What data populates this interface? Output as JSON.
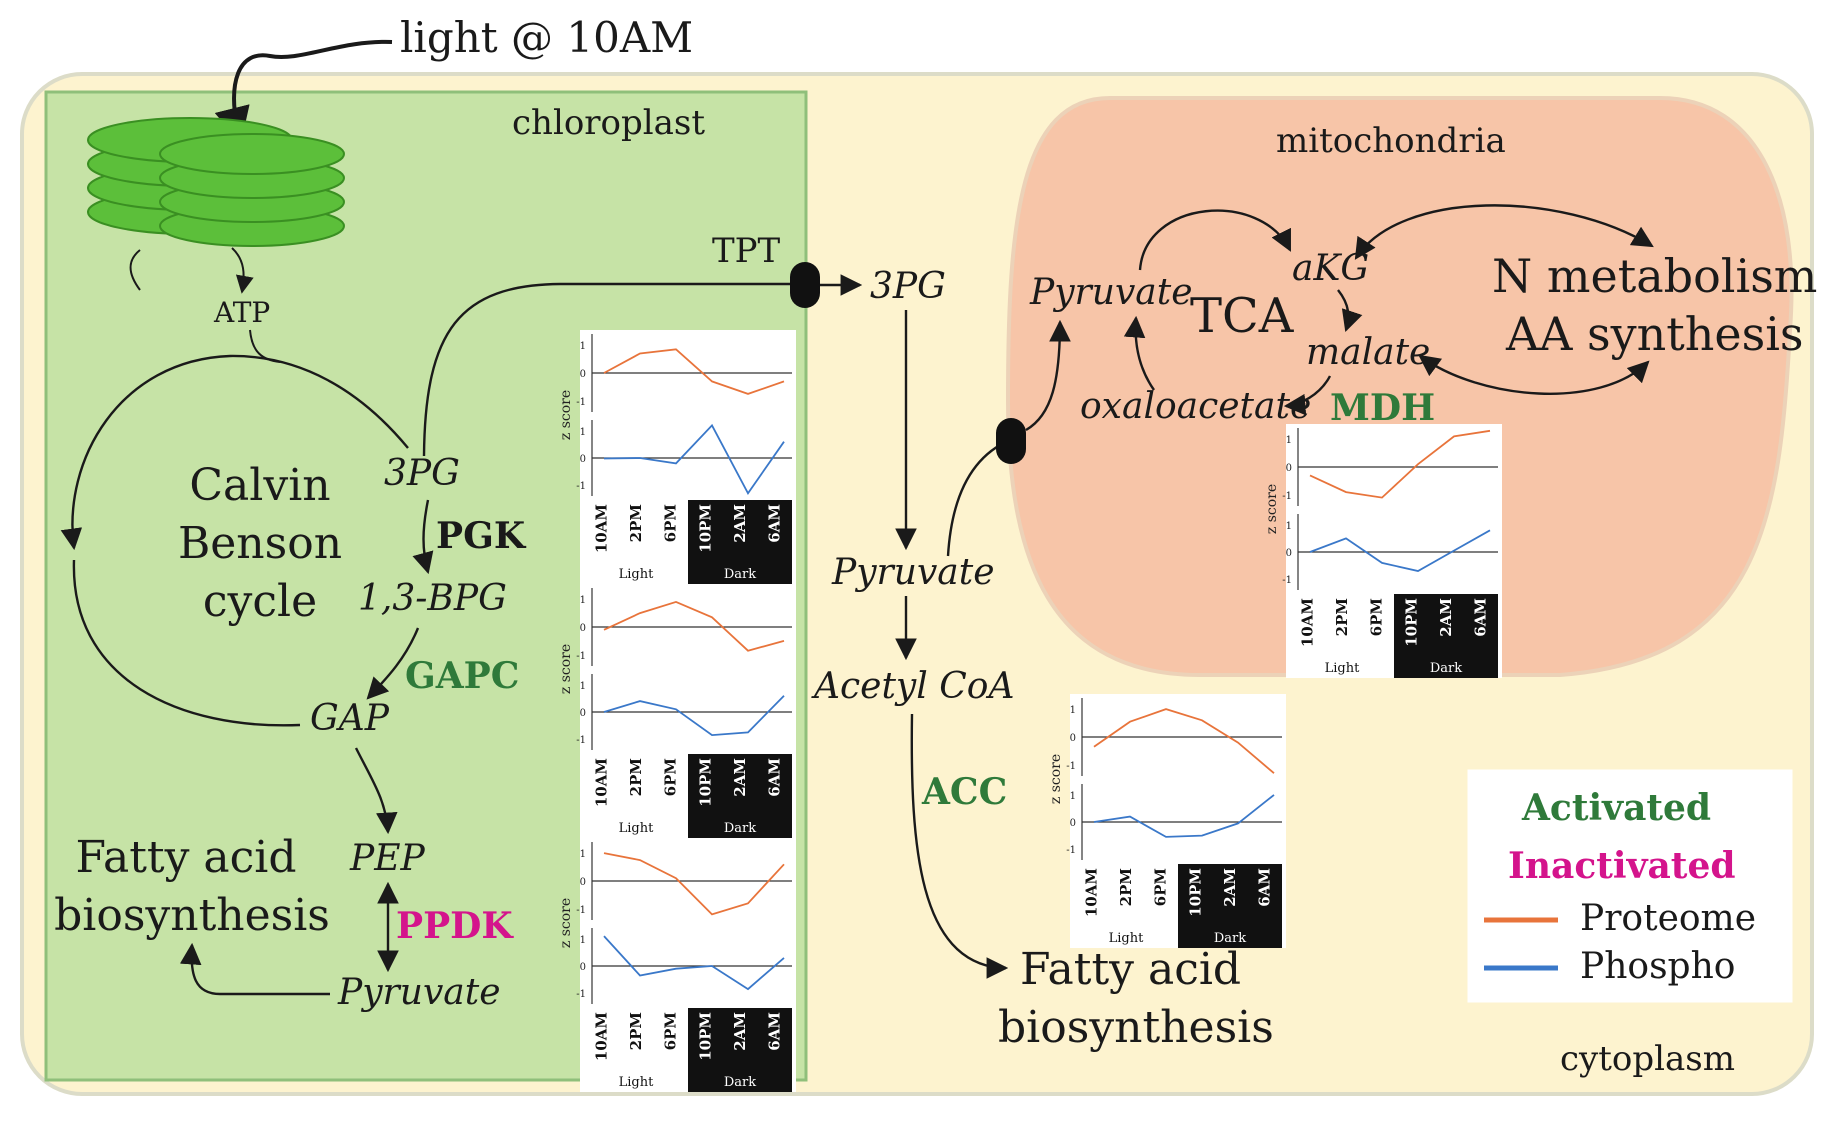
{
  "title": "light @ 10AM",
  "compartments": {
    "chloroplast": "chloroplast",
    "mitochondria": "mitochondria",
    "cytoplasm": "cytoplasm"
  },
  "metabolites": {
    "atp": "ATP",
    "calvin": [
      "Calvin",
      "Benson",
      "cycle"
    ],
    "pg3_chloro": "3PG",
    "bpg": "1,3-BPG",
    "gap": "GAP",
    "pep": "PEP",
    "pyruvate_chloro": "Pyruvate",
    "fatty_acid_chloro": [
      "Fatty acid",
      "biosynthesis"
    ],
    "tpt": "TPT",
    "pg3_cyto": "3PG",
    "pyruvate_cyto": "Pyruvate",
    "acetyl_coa": "Acetyl CoA",
    "fatty_acid_cyto": [
      "Fatty acid",
      "biosynthesis"
    ],
    "pyruvate_mito": "Pyruvate",
    "tca": "TCA",
    "akg": "aKG",
    "malate": "malate",
    "oxaloacetate": "oxaloacetate",
    "n_metabolism": [
      "N metabolism",
      "AA synthesis"
    ]
  },
  "enzymes": {
    "pgk": {
      "label": "PGK",
      "color": "#1a1a1a"
    },
    "gapc": {
      "label": "GAPC",
      "color": "#2f7a3a"
    },
    "ppdk": {
      "label": "PPDK",
      "color": "#d4148c"
    },
    "acc": {
      "label": "ACC",
      "color": "#2f7a3a"
    },
    "mdh": {
      "label": "MDH",
      "color": "#2f7a3a"
    }
  },
  "legend": {
    "activated": {
      "label": "Activated",
      "color": "#2f7a3a"
    },
    "inactivated": {
      "label": "Inactivated",
      "color": "#d4148c"
    },
    "proteome": {
      "label": "Proteome",
      "color": "#e8743b"
    },
    "phospho": {
      "label": "Phospho",
      "color": "#3a78c9"
    }
  },
  "colors": {
    "cytoplasm_fill": "#fdf3cf",
    "chloroplast_fill": "#c6e3a6",
    "mitochondria_fill": "#f7c5a8",
    "thylakoid_fill": "#5cbf3a"
  },
  "chart_data": [
    {
      "type": "line",
      "enzyme": "PGK",
      "x": [
        "10AM",
        "2PM",
        "6PM",
        "10PM",
        "2AM",
        "6AM"
      ],
      "bands": {
        "light": "Light",
        "dark": "Dark"
      },
      "ylabel": "z score",
      "yticks": [
        "1",
        "0",
        "-1"
      ],
      "series": [
        {
          "name": "Proteome",
          "values": [
            0.0,
            0.7,
            0.85,
            -0.3,
            -0.75,
            -0.3
          ]
        },
        {
          "name": "Phospho",
          "values": [
            -0.02,
            0.0,
            -0.2,
            1.2,
            -1.3,
            0.6
          ]
        }
      ]
    },
    {
      "type": "line",
      "enzyme": "GAPC",
      "x": [
        "10AM",
        "2PM",
        "6PM",
        "10PM",
        "2AM",
        "6AM"
      ],
      "bands": {
        "light": "Light",
        "dark": "Dark"
      },
      "ylabel": "z score",
      "yticks": [
        "1",
        "0",
        "-1"
      ],
      "series": [
        {
          "name": "Proteome",
          "values": [
            -0.1,
            0.5,
            0.9,
            0.35,
            -0.85,
            -0.5
          ]
        },
        {
          "name": "Phospho",
          "values": [
            0.0,
            0.4,
            0.1,
            -0.85,
            -0.75,
            0.6
          ]
        }
      ]
    },
    {
      "type": "line",
      "enzyme": "PPDK",
      "x": [
        "10AM",
        "2PM",
        "6PM",
        "10PM",
        "2AM",
        "6AM"
      ],
      "bands": {
        "light": "Light",
        "dark": "Dark"
      },
      "ylabel": "z score",
      "yticks": [
        "1",
        "0",
        "-1"
      ],
      "series": [
        {
          "name": "Proteome",
          "values": [
            1.0,
            0.75,
            0.1,
            -1.2,
            -0.8,
            0.6
          ]
        },
        {
          "name": "Phospho",
          "values": [
            1.1,
            -0.35,
            -0.1,
            0.0,
            -0.85,
            0.3
          ]
        }
      ]
    },
    {
      "type": "line",
      "enzyme": "MDH",
      "x": [
        "10AM",
        "2PM",
        "6PM",
        "10PM",
        "2AM",
        "6AM"
      ],
      "bands": {
        "light": "Light",
        "dark": "Dark"
      },
      "ylabel": "z score",
      "yticks": [
        "1",
        "0",
        "-1"
      ],
      "series": [
        {
          "name": "Proteome",
          "values": [
            -0.3,
            -0.9,
            -1.1,
            0.1,
            1.1,
            1.3
          ]
        },
        {
          "name": "Phospho",
          "values": [
            0.0,
            0.5,
            -0.4,
            -0.7,
            0.05,
            0.8
          ]
        }
      ]
    },
    {
      "type": "line",
      "enzyme": "ACC",
      "x": [
        "10AM",
        "2PM",
        "6PM",
        "10PM",
        "2AM",
        "6AM"
      ],
      "bands": {
        "light": "Light",
        "dark": "Dark"
      },
      "ylabel": "z score",
      "yticks": [
        "1",
        "0",
        "-1"
      ],
      "series": [
        {
          "name": "Proteome",
          "values": [
            -0.35,
            0.55,
            1.0,
            0.6,
            -0.2,
            -1.3
          ]
        },
        {
          "name": "Phospho",
          "values": [
            0.0,
            0.2,
            -0.55,
            -0.5,
            -0.05,
            1.0
          ]
        }
      ]
    }
  ]
}
